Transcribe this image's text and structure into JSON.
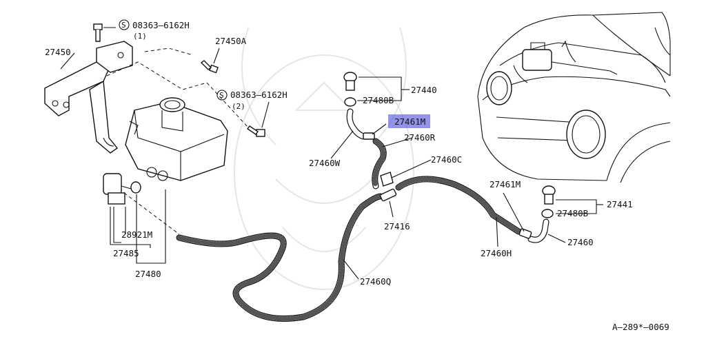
{
  "diagram": {
    "footer_code": "A–289*–0069",
    "highlighted_part": "27461M",
    "labels": {
      "bolt_spec_1": "08363–6162H",
      "bolt_spec_1_qty": "(1)",
      "bolt_spec_2": "08363–6162H",
      "bolt_spec_2_qty": "(2)",
      "bracket": "27450",
      "screw": "27450A",
      "nozzle_assy_1": "27440",
      "check_1": "27480B",
      "connector_highlight": "27461M",
      "hose_r": "27460R",
      "hose_w": "27460W",
      "clip": "27460C",
      "joint": "27416",
      "pump": "28921M",
      "pump_assy": "27485",
      "tank_assy": "27480",
      "hose_q": "27460Q",
      "connector_2": "27461M",
      "hose_h": "27460H",
      "nozzle_assy_2": "27441",
      "check_2": "27480B",
      "hose_end": "27460"
    },
    "symbols": {
      "s_mark": "S",
      "s_mark_2": "S"
    }
  }
}
